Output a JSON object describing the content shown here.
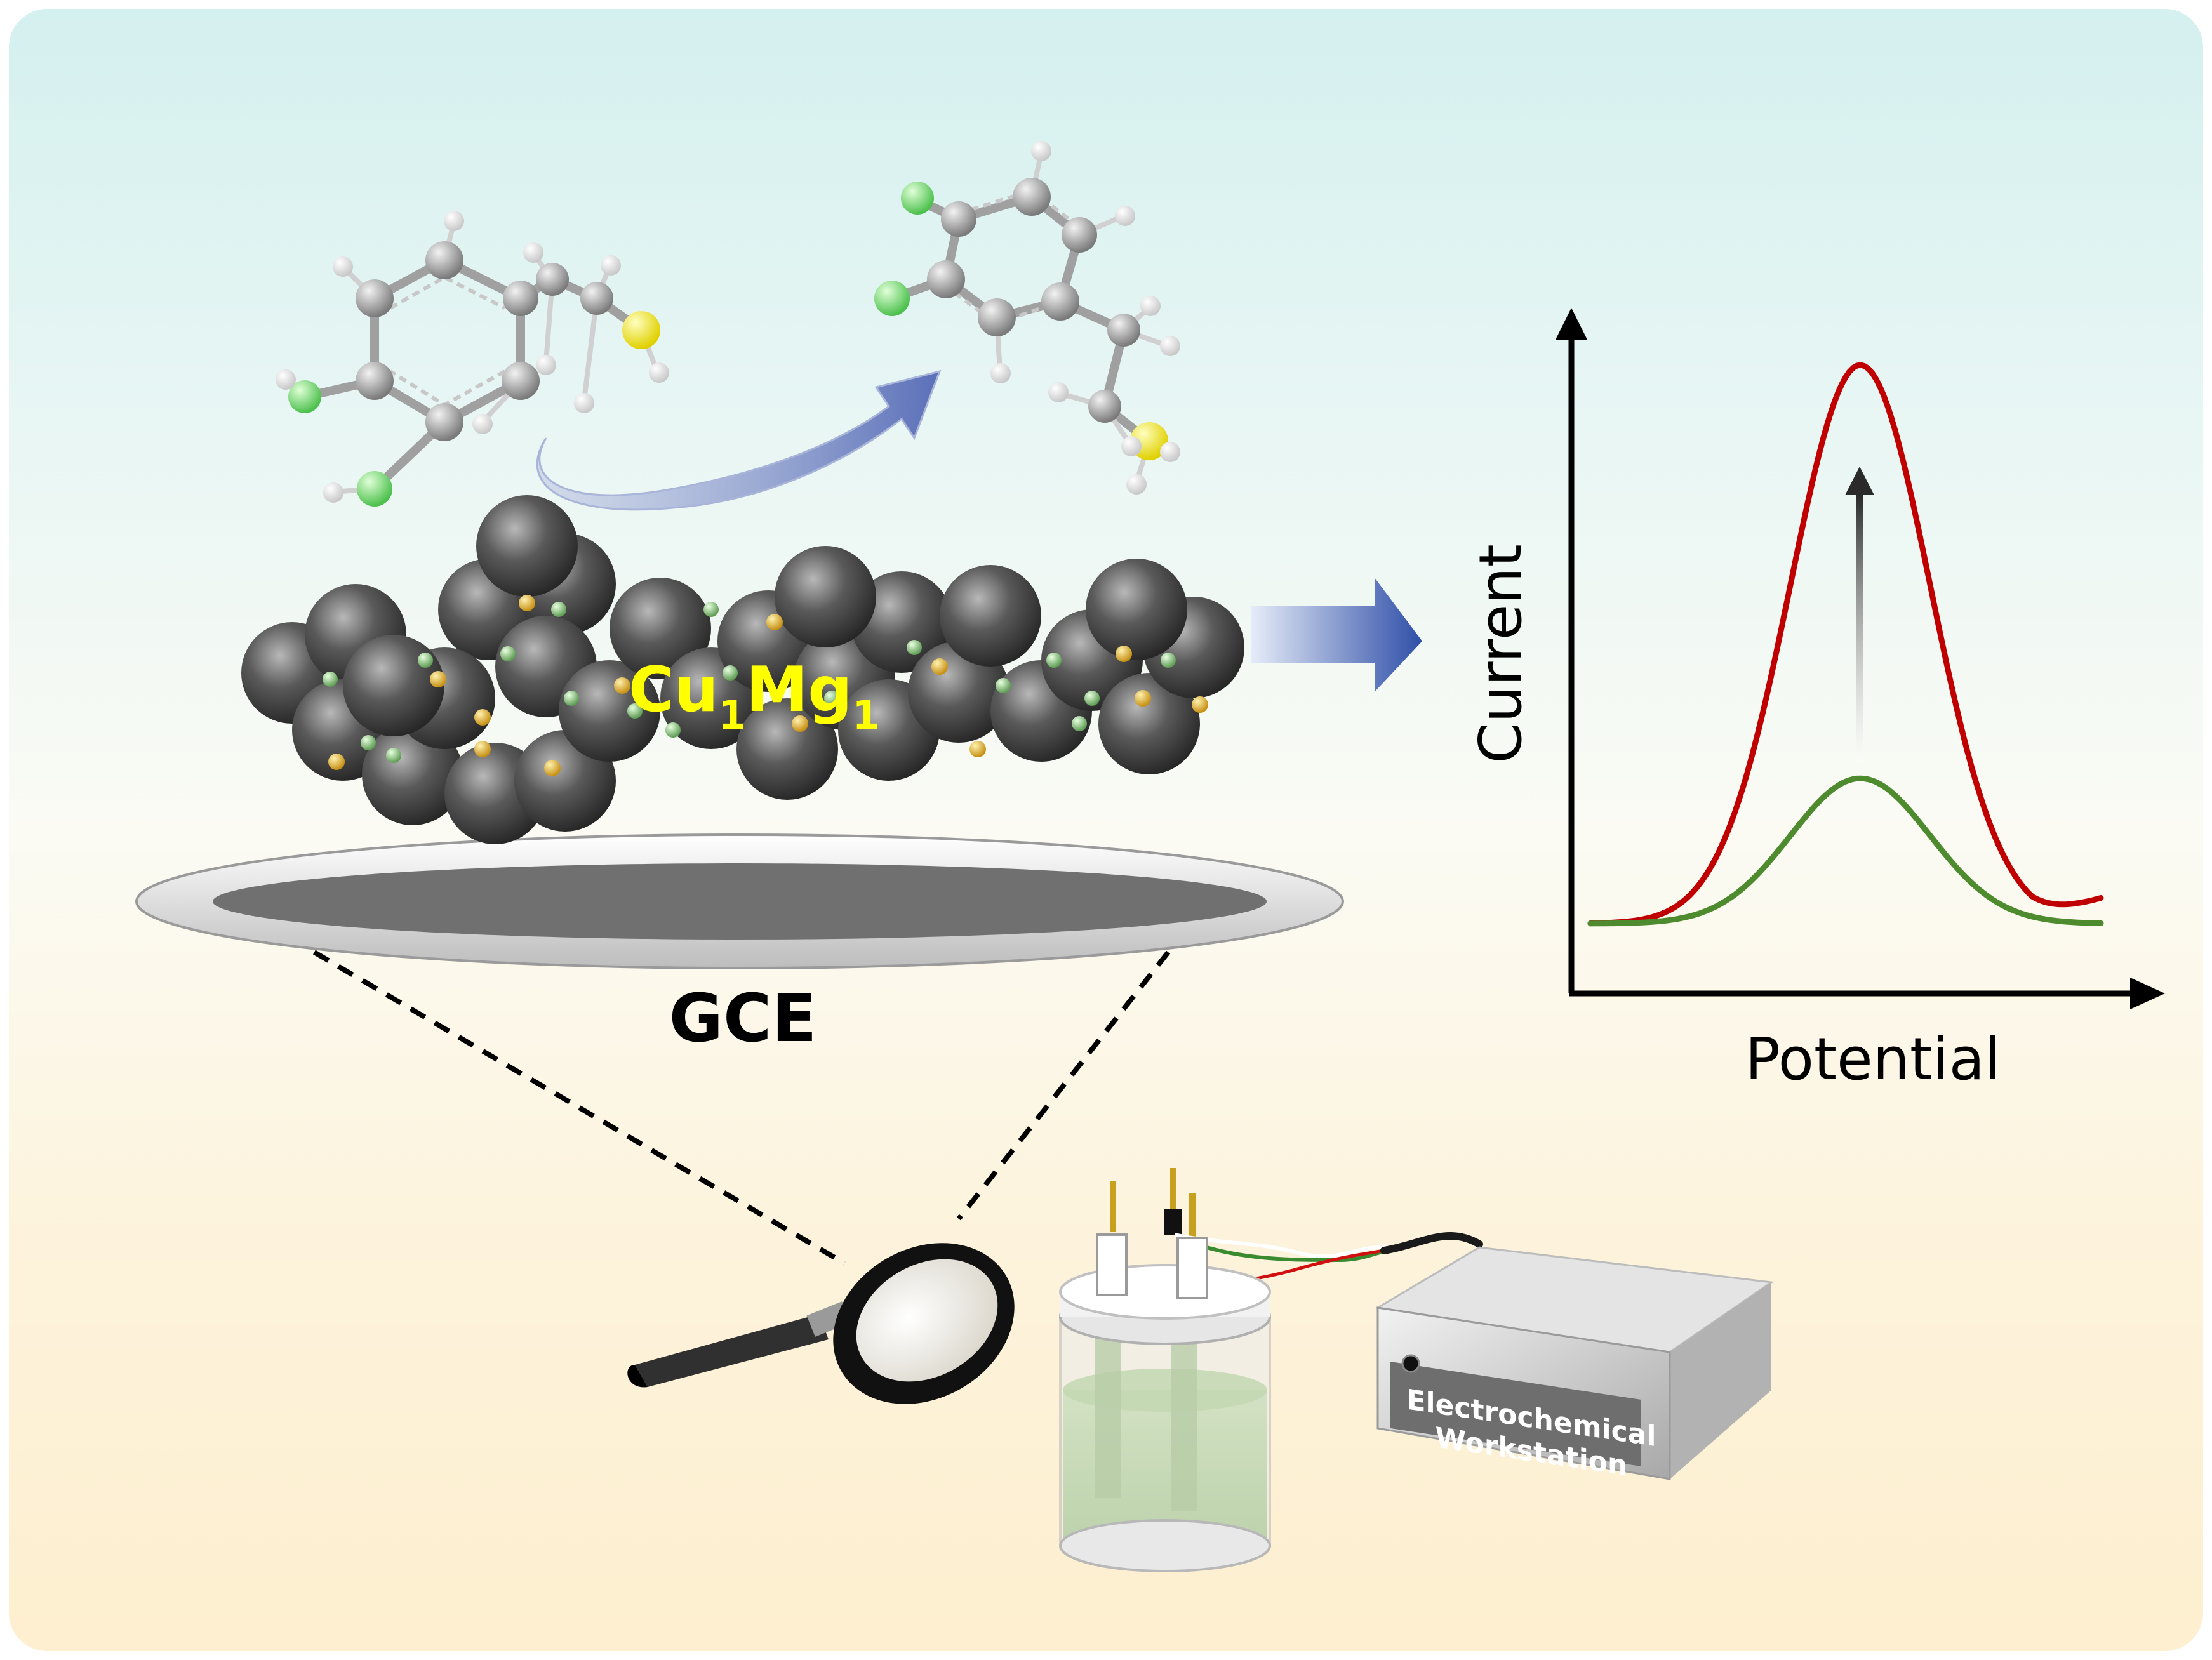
{
  "catalyst_label": {
    "main1": "Cu",
    "sub1": "1",
    "main2": "Mg",
    "sub2": "1"
  },
  "electrode_label": "GCE",
  "plot": {
    "ylabel": "Current",
    "xlabel": "Potential"
  },
  "instrument": {
    "line1": "Electrochemical",
    "line2": "Workstation"
  },
  "colors": {
    "red_curve": "#c00000",
    "green_curve": "#4e8a2e",
    "catalyst_label": "#ffff00",
    "flow_arrow": "#2f4fa8"
  },
  "chart_data": {
    "type": "line",
    "series": [
      {
        "peak_relative": 1.0,
        "color": "#c00000"
      },
      {
        "peak_relative": 0.26,
        "color": "#4e8a2e"
      }
    ]
  }
}
